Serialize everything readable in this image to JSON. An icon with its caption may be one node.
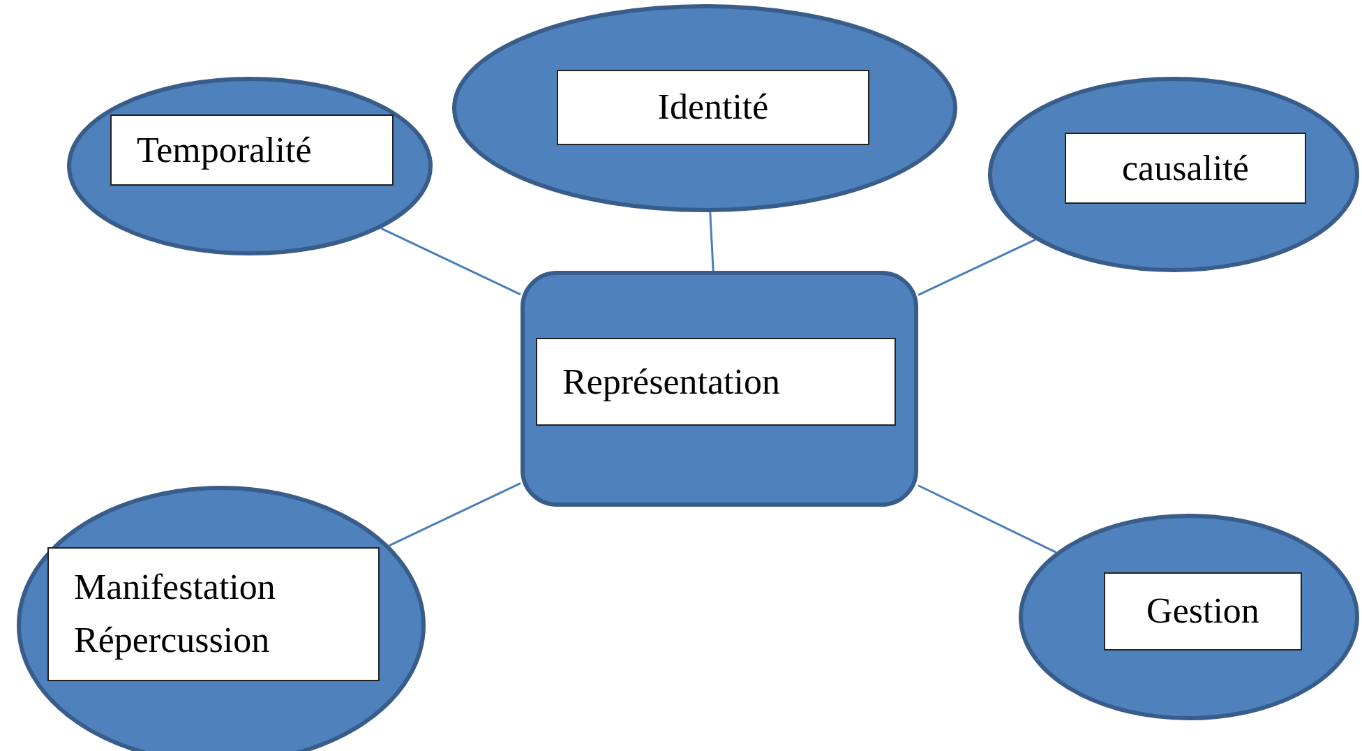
{
  "diagram": {
    "nodes": [
      {
        "text": [
          "Représentation"
        ]
      },
      {
        "text": [
          "Temporalité"
        ]
      },
      {
        "text": [
          "Identité"
        ]
      },
      {
        "text": [
          "causalité"
        ]
      },
      {
        "text": [
          "Manifestation Répercussion"
        ]
      },
      {
        "text": [
          "Gestion"
        ]
      }
    ],
    "edges": [
      {
        "from": 0,
        "to": 1,
        "arrow": "none"
      },
      {
        "from": 0,
        "to": 2,
        "arrow": "none"
      },
      {
        "from": 0,
        "to": 3,
        "arrow": "none"
      },
      {
        "from": 0,
        "to": 4,
        "arrow": "none"
      },
      {
        "from": 0,
        "to": 5,
        "arrow": "none"
      }
    ]
  }
}
